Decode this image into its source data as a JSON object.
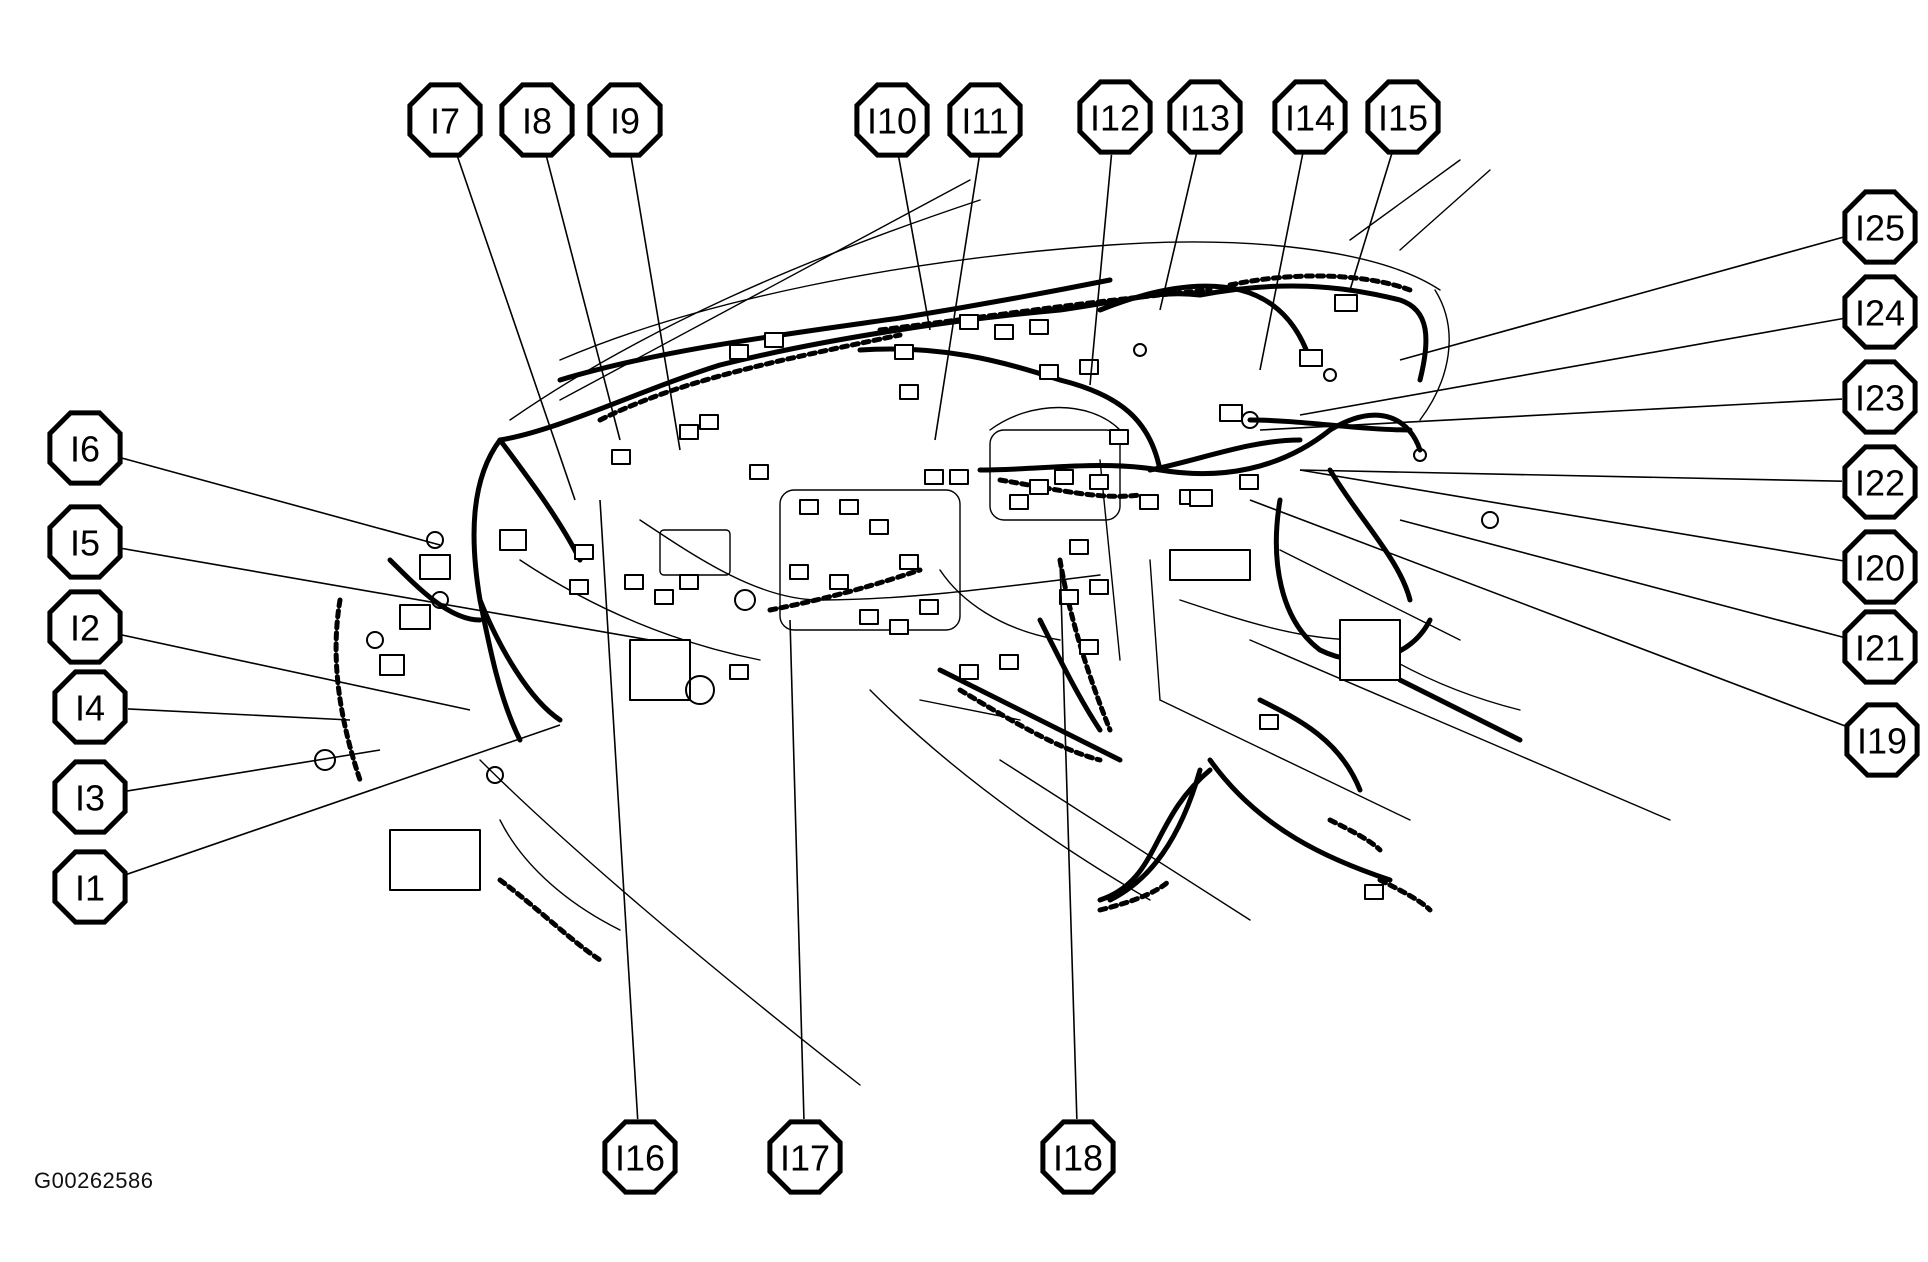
{
  "figure_id": "G00262586",
  "callouts": [
    "I1",
    "I2",
    "I3",
    "I4",
    "I5",
    "I6",
    "I7",
    "I8",
    "I9",
    "I10",
    "I11",
    "I12",
    "I13",
    "I14",
    "I15",
    "I16",
    "I17",
    "I18",
    "I19",
    "I20",
    "I21",
    "I22",
    "I23",
    "I24",
    "I25"
  ],
  "colors": {
    "ink": "#000000",
    "paper": "#ffffff"
  }
}
